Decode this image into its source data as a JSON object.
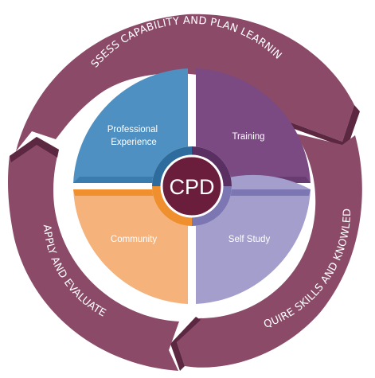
{
  "center": {
    "label": "CPD"
  },
  "quadrants": [
    {
      "id": "professional-experience",
      "lines": [
        "Professional",
        "Experience"
      ]
    },
    {
      "id": "training",
      "lines": [
        "Training"
      ]
    },
    {
      "id": "community",
      "lines": [
        "Community"
      ]
    },
    {
      "id": "self-study",
      "lines": [
        "Self Study"
      ]
    }
  ],
  "ring_stages": [
    {
      "id": "assess",
      "label": "ASSESS CAPABILITY AND PLAN LEARNING"
    },
    {
      "id": "acquire",
      "label": "ACQUIRE SKILLS AND KNOWLEDGE"
    },
    {
      "id": "apply",
      "label": "APPLY AND EVALUATE"
    }
  ],
  "colors": {
    "ring": "#8a4a68",
    "ring_shadow": "#5c2740",
    "professional_experience": "#4d90c1",
    "professional_experience_dark": "#2e6c9e",
    "training": "#7b4a83",
    "training_dark": "#5a2f62",
    "community": "#f5b27b",
    "community_dark": "#ef8f2e",
    "self_study": "#a39ecb",
    "self_study_dark": "#7c76b2",
    "center": "#6b1e3c"
  }
}
